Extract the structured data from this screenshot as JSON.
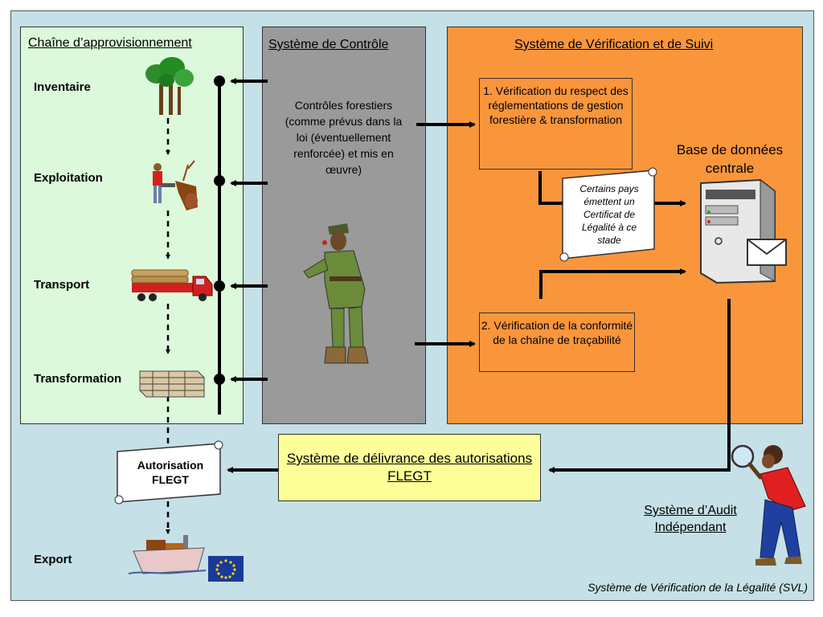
{
  "panels": {
    "supply_title": "Chaîne d’approvisionnement",
    "control_title": "Système de Contrôle",
    "verification_title": "Système de Vérification et de Suivi"
  },
  "stages": [
    "Inventaire",
    "Exploitation",
    "Transport",
    "Transformation",
    "Export"
  ],
  "control_text": "Contrôles forestiers (comme prévus dans la loi (éventuellement renforcée) et mis en œuvre)",
  "verification": {
    "box1": "1. Vérification du respect des réglementations de gestion forestière & transformation",
    "box2": "2. Vérification de la conformité de la chaîne de traçabilité",
    "certificate_note": "Certains pays émettent un Certificat de Légalité à ce stade",
    "database_label": "Base de données centrale"
  },
  "delivery_system": "Système de délivrance des autorisations FLEGT",
  "flegt_authorisation": "Autorisation FLEGT",
  "audit_label": "Système d’Audit Indépendant",
  "footer_caption": "Système de Vérification de la Légalité (SVL)",
  "colors": {
    "supply_bg": "#dcf9dc",
    "control_bg": "#9a9a9a",
    "verification_bg": "#f9963c",
    "delivery_bg": "#ffff99",
    "frame_bg": "#c5e0e6",
    "eu_flag": "#1a3a9a"
  },
  "icons": [
    "trees-icon",
    "lumberjack-icon",
    "log-truck-icon",
    "lumber-stack-icon",
    "ship-icon",
    "eu-flag-icon",
    "inspector-icon",
    "server-icon",
    "envelope-icon",
    "auditor-icon",
    "magnifier-icon"
  ]
}
